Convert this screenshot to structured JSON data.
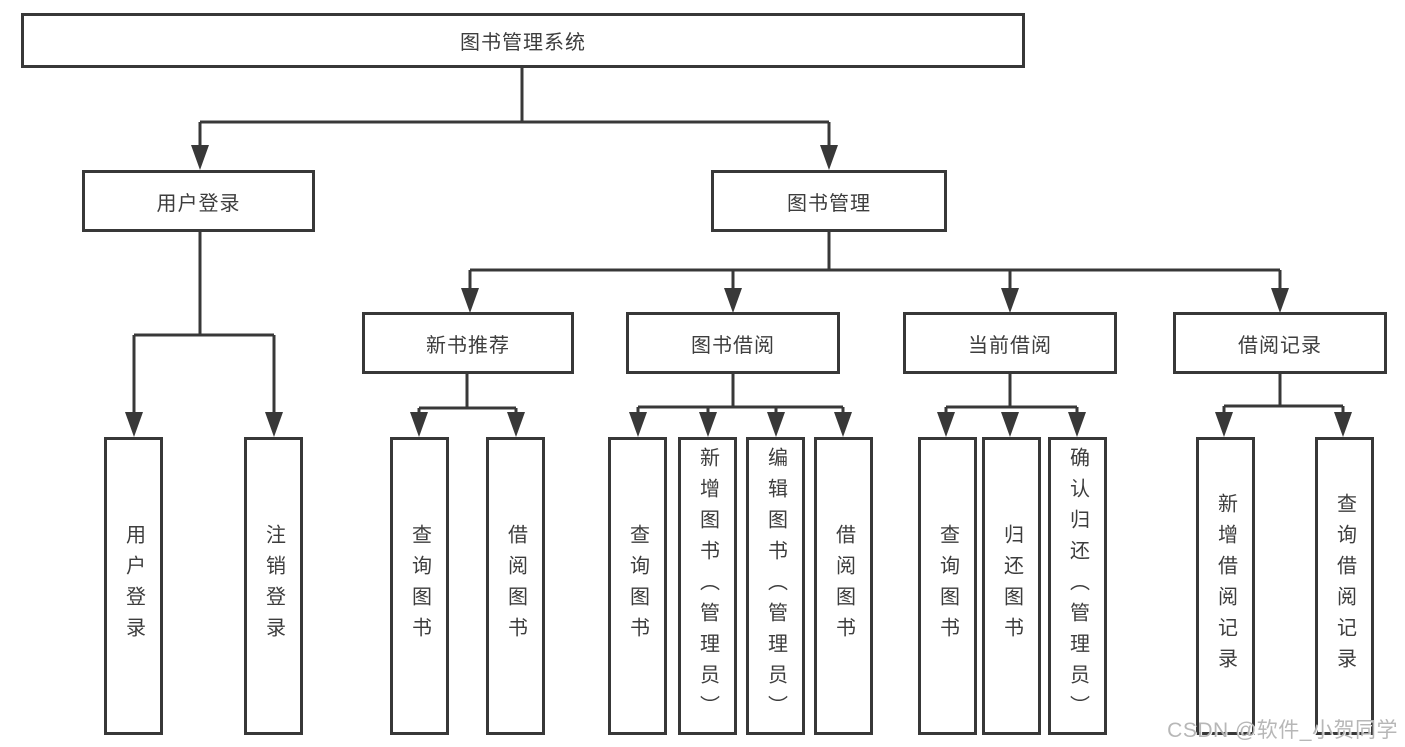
{
  "diagram": {
    "type": "tree-diagram",
    "title": "图书管理系统",
    "colors": {
      "line": "#383838",
      "box_fill": "#ffffff",
      "text": "#3d3d3d",
      "watermark_text": "#b4b4b4"
    },
    "nodes": {
      "root": "图书管理系统",
      "user_login": "用户登录",
      "book_mgmt": "图书管理",
      "new_book_rec": "新书推荐",
      "book_borrow": "图书借阅",
      "current_borrow": "当前借阅",
      "borrow_record": "借阅记录",
      "ul_user_login": "用户登录",
      "ul_logout": "注销登录",
      "nbr_query_book": "查询图书",
      "nbr_borrow_book": "借阅图书",
      "bb_query_book": "查询图书",
      "bb_add_book": "新增图书（管理员）",
      "bb_edit_book": "编辑图书（管理员）",
      "bb_borrow_book": "借阅图书",
      "cb_query_book": "查询图书",
      "cb_return_book": "归还图书",
      "cb_confirm_return": "确认归还（管理员）",
      "br_add_record": "新增借阅记录",
      "br_query_record": "查询借阅记录"
    },
    "structure": {
      "图书管理系统": [
        "用户登录",
        "图书管理"
      ],
      "用户登录": [
        "用户登录",
        "注销登录"
      ],
      "图书管理": [
        "新书推荐",
        "图书借阅",
        "当前借阅",
        "借阅记录"
      ],
      "新书推荐": [
        "查询图书",
        "借阅图书"
      ],
      "图书借阅": [
        "查询图书",
        "新增图书（管理员）",
        "编辑图书（管理员）",
        "借阅图书"
      ],
      "当前借阅": [
        "查询图书",
        "归还图书",
        "确认归还（管理员）"
      ],
      "借阅记录": [
        "新增借阅记录",
        "查询借阅记录"
      ]
    },
    "watermark": "CSDN @软件_小贺同学"
  }
}
